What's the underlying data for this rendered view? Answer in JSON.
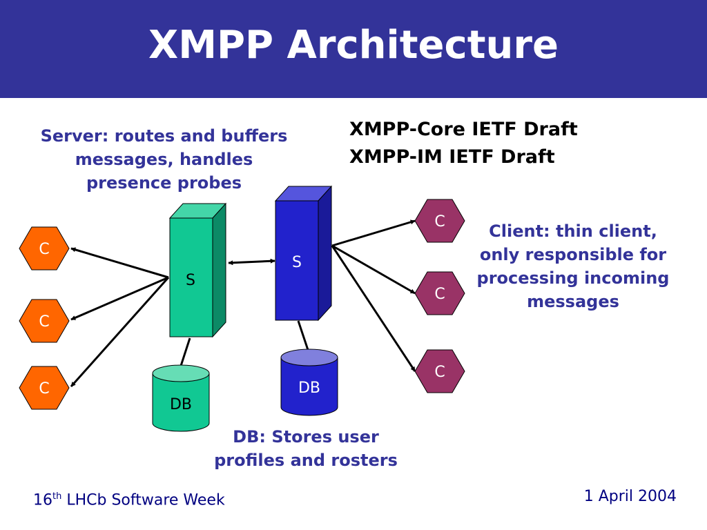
{
  "title": "XMPP Architecture",
  "drafts": [
    "XMPP-Core IETF Draft",
    "XMPP-IM IETF Draft"
  ],
  "notes": {
    "server": [
      "Server: routes and buffers",
      "messages, handles",
      "presence probes"
    ],
    "client": [
      "Client: thin client,",
      "only responsible for",
      "processing incoming",
      "messages"
    ],
    "db": [
      "DB: Stores user",
      "profiles and rosters"
    ]
  },
  "nodes": {
    "server_label": "S",
    "client_label": "C",
    "db_label": "DB"
  },
  "footer": {
    "left_number": "16",
    "left_sup": "th",
    "left_rest": " LHCb Software Week",
    "right": "1 April 2004"
  },
  "colors": {
    "title_bar": "#333399",
    "server_left": "#11C893",
    "server_right": "#2222CC",
    "db_left": "#66DDB5",
    "db_right": "#4141CC",
    "client_left": "#FF6600",
    "client_right": "#993366"
  }
}
